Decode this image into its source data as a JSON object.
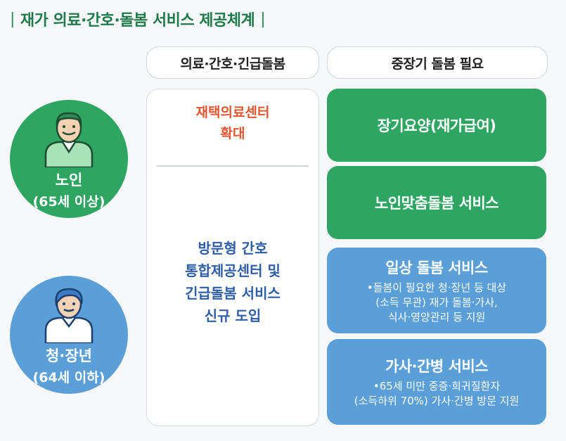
{
  "title": {
    "bar_left": "|",
    "text": "재가 의료·간호·돌봄 서비스 제공체계",
    "bar_right": "|"
  },
  "columns": {
    "medical": "의료·간호·긴급돌봄",
    "longterm": "중장기 돌봄 필요"
  },
  "groups": {
    "elderly": {
      "label": "노인",
      "age": "(65세 이상)",
      "icon": "elderly-person-icon",
      "color": "#2fa562"
    },
    "youth": {
      "label": "청·장년",
      "age": "(64세 이하)",
      "icon": "young-adult-icon",
      "color": "#5b9fd8"
    }
  },
  "medical_box": {
    "top_line1": "재택의료센터",
    "top_line2": "확대",
    "bottom_line1": "방문형 간호",
    "bottom_line2": "통합제공센터 및",
    "bottom_line3": "긴급돌봄 서비스",
    "bottom_line4": "신규 도입"
  },
  "services": {
    "longterm_care": {
      "title": "장기요양(재가급여)"
    },
    "elderly_care": {
      "title": "노인맞춤돌봄 서비스"
    },
    "daily_care": {
      "title": "일상 돌봄 서비스",
      "desc1": "•돌봄이 필요한 청·장년 등 대상",
      "desc2": "(소득 무관) 재가 돌봄·가사,",
      "desc3": "식사·영양관리 등 지원"
    },
    "housework_nursing": {
      "title": "가사·간병 서비스",
      "desc1": "•65세 미만 중증·희귀질환자",
      "desc2": "(소득하위 70%) 가사·간병 방문 지원"
    }
  },
  "colors": {
    "green": "#2fa562",
    "blue": "#5b9fd8",
    "title_green": "#1f7a4a",
    "medical_red": "#e2552f",
    "medical_blue": "#2f5ea8"
  }
}
